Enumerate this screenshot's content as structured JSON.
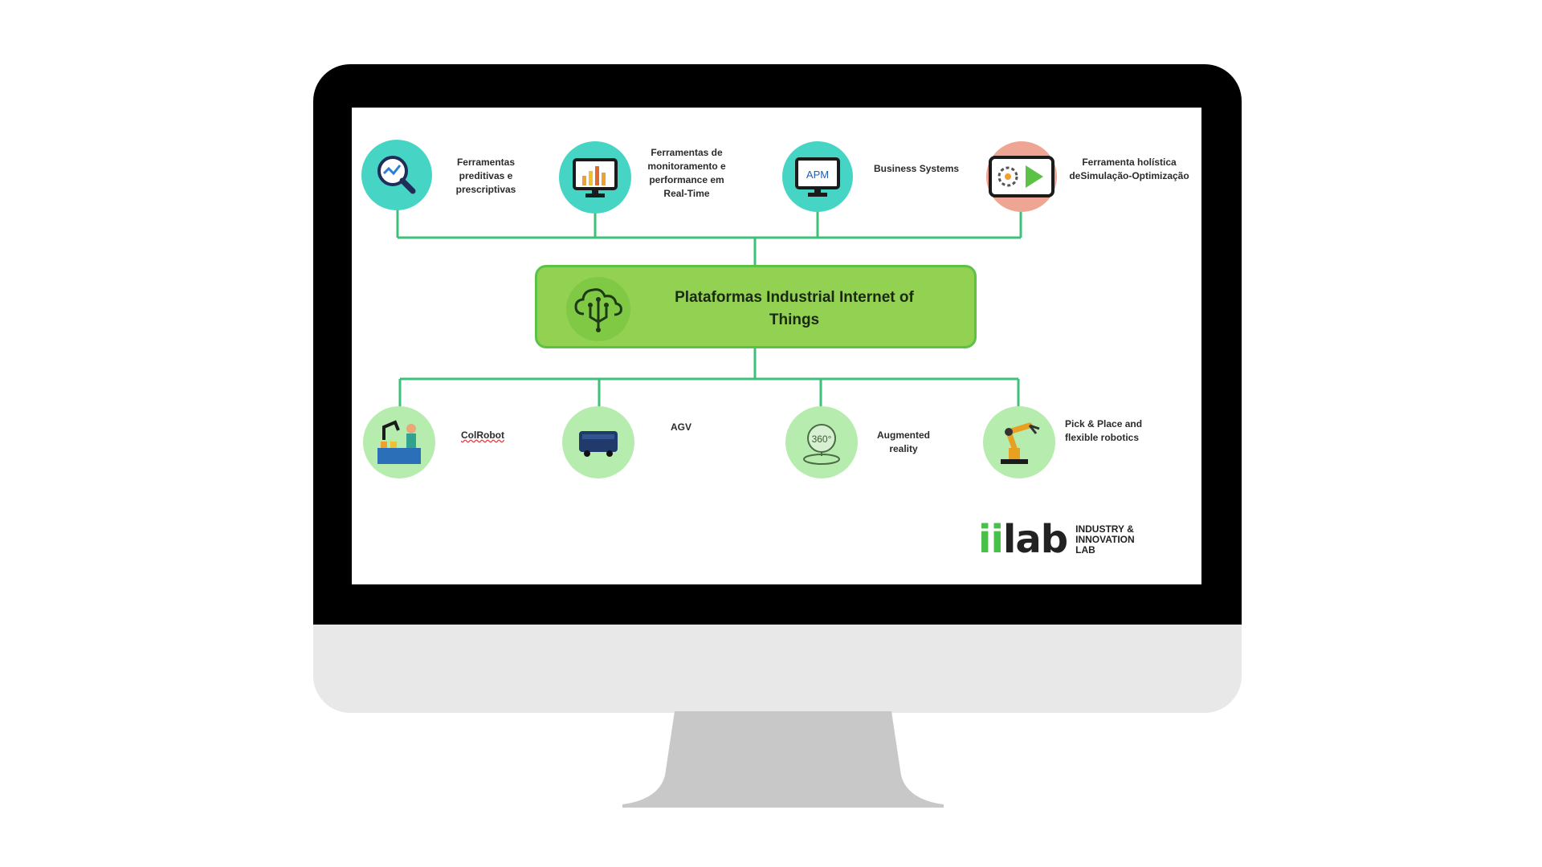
{
  "diagram": {
    "center": {
      "title": "Plataformas Industrial Internet of Things",
      "icon": "cloud-circuit-icon"
    },
    "top_nodes": [
      {
        "label": "Ferramentas preditivas e prescriptivas",
        "icon": "magnifier-chart-icon",
        "color": "#46d5c4"
      },
      {
        "label": "Ferramentas de monitoramento e performance em Real-Time",
        "icon": "monitor-bar-chart-icon",
        "color": "#46d5c4"
      },
      {
        "label": "Business Systems",
        "icon": "monitor-apm-icon",
        "icon_text": "APM",
        "color": "#46d5c4"
      },
      {
        "label": "Ferramenta holística deSimulação-Optimização",
        "icon": "simulation-play-icon",
        "color": "#eea593"
      }
    ],
    "bottom_nodes": [
      {
        "label": "ColRobot",
        "icon": "collaborative-robot-icon",
        "color": "#b7ecaf"
      },
      {
        "label": "AGV",
        "icon": "agv-vehicle-icon",
        "color": "#b7ecaf"
      },
      {
        "label": "Augmented reality",
        "icon": "ar-360-icon",
        "icon_text": "360°",
        "color": "#b7ecaf"
      },
      {
        "label": "Pick & Place and flexible robotics",
        "icon": "robot-arm-icon",
        "color": "#b7ecaf"
      }
    ],
    "connector_color": "#3cc07a",
    "center_fill": "#93d152"
  },
  "logo": {
    "word_i": "ii",
    "word_rest": "lab",
    "tag_line1": "INDUSTRY &",
    "tag_line2": "INNOVATION",
    "tag_line3": "LAB"
  }
}
